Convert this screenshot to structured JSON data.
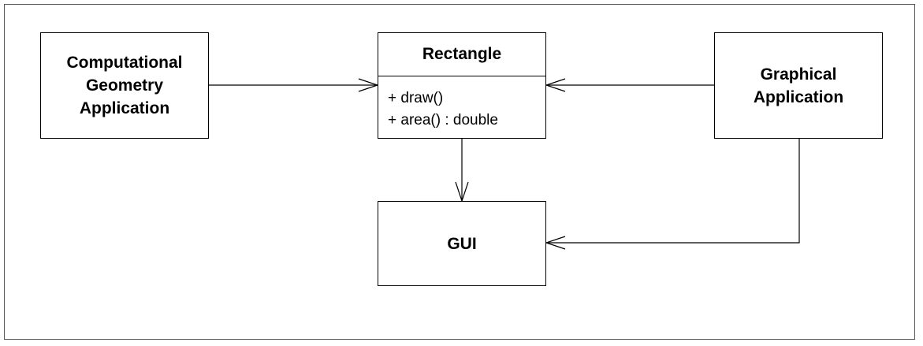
{
  "diagram": {
    "nodes": {
      "computational_geometry_application": {
        "label": "Computational\nGeometry\nApplication"
      },
      "rectangle": {
        "name": "Rectangle",
        "operations": [
          "+ draw()",
          "+ area() : double"
        ]
      },
      "graphical_application": {
        "label": "Graphical\nApplication"
      },
      "gui": {
        "label": "GUI"
      }
    },
    "edges": [
      {
        "from": "Computational Geometry Application",
        "to": "Rectangle",
        "arrow": "open"
      },
      {
        "from": "Graphical Application",
        "to": "Rectangle",
        "arrow": "open"
      },
      {
        "from": "Rectangle",
        "to": "GUI",
        "arrow": "open"
      },
      {
        "from": "Graphical Application",
        "to": "GUI",
        "arrow": "open"
      }
    ],
    "colors": {
      "stroke": "#000000",
      "frame": "#555555",
      "background": "#ffffff"
    }
  }
}
